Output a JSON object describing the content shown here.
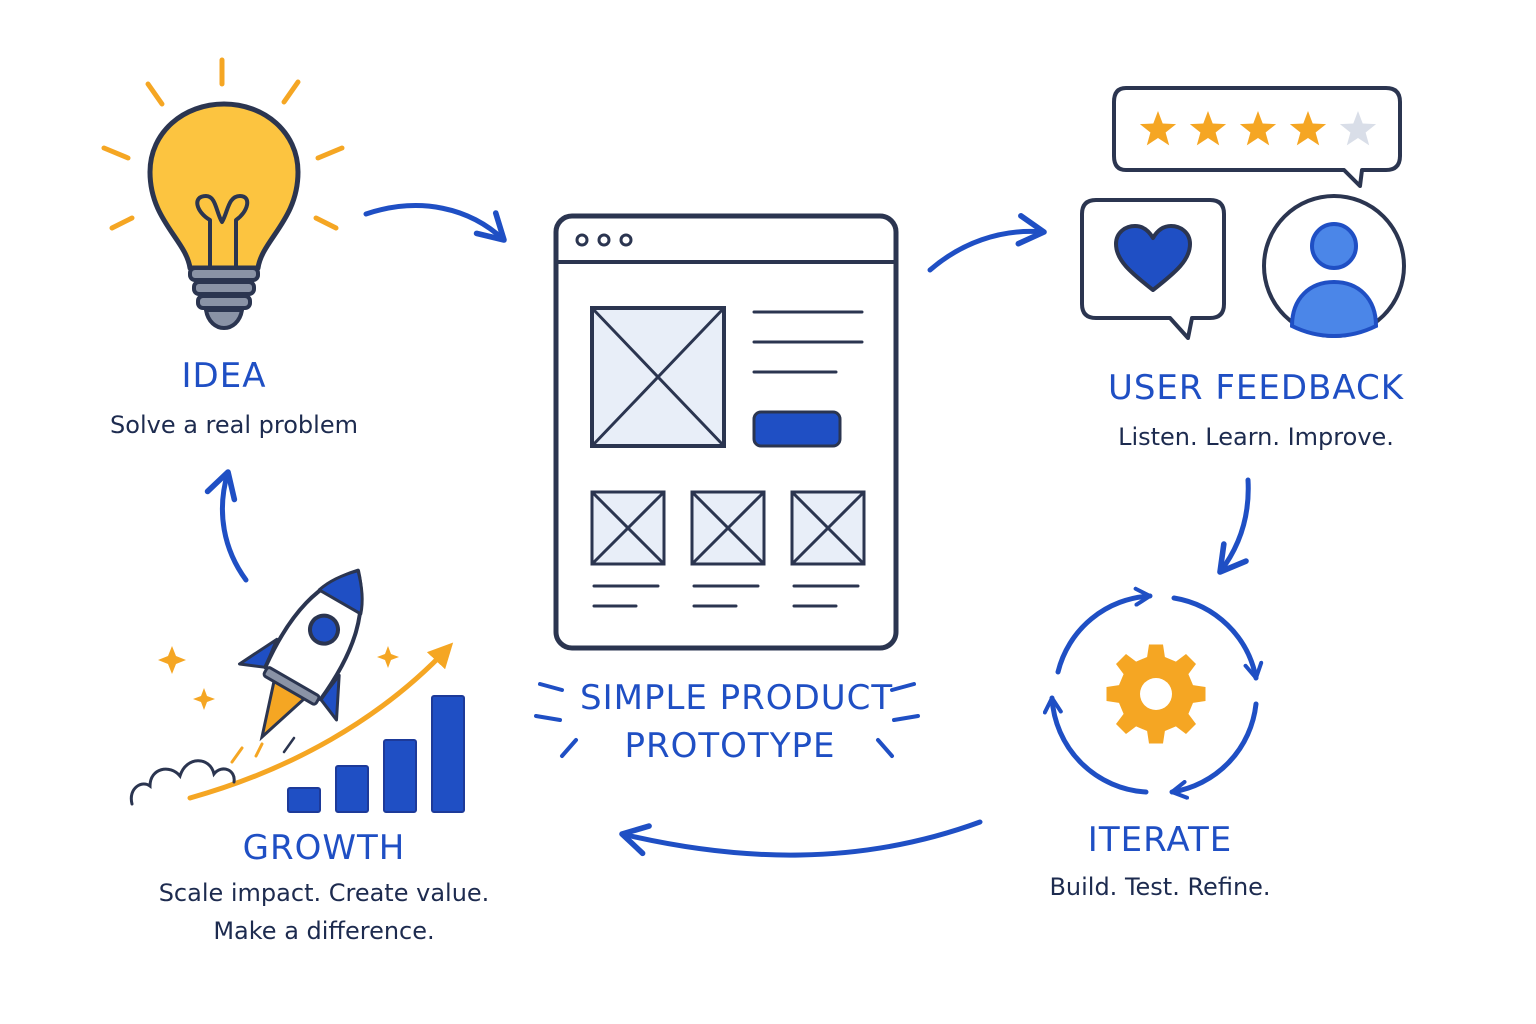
{
  "idea": {
    "title": "IDEA",
    "subtitle": "Solve a real problem",
    "icon": "lightbulb-icon"
  },
  "prototype": {
    "title_line1": "SIMPLE PRODUCT",
    "title_line2": "PROTOTYPE",
    "icon": "wireframe-window-icon"
  },
  "feedback": {
    "title": "USER FEEDBACK",
    "subtitle": "Listen. Learn. Improve.",
    "rating": 4,
    "rating_max": 5,
    "icons": [
      "star-rating-bubble-icon",
      "heart-bubble-icon",
      "user-avatar-icon"
    ]
  },
  "iterate": {
    "title": "ITERATE",
    "subtitle": "Build. Test. Refine.",
    "icon": "gear-cycle-icon"
  },
  "growth": {
    "title": "GROWTH",
    "subtitle_line1": "Scale impact. Create value.",
    "subtitle_line2": "Make a difference.",
    "icons": [
      "rocket-icon",
      "bar-chart-icon"
    ]
  },
  "colors": {
    "blue": "#1f4fc4",
    "yellow": "#f5a623",
    "bulb": "#fcc440",
    "outline": "#2b3550",
    "panel": "#e8eef8"
  }
}
